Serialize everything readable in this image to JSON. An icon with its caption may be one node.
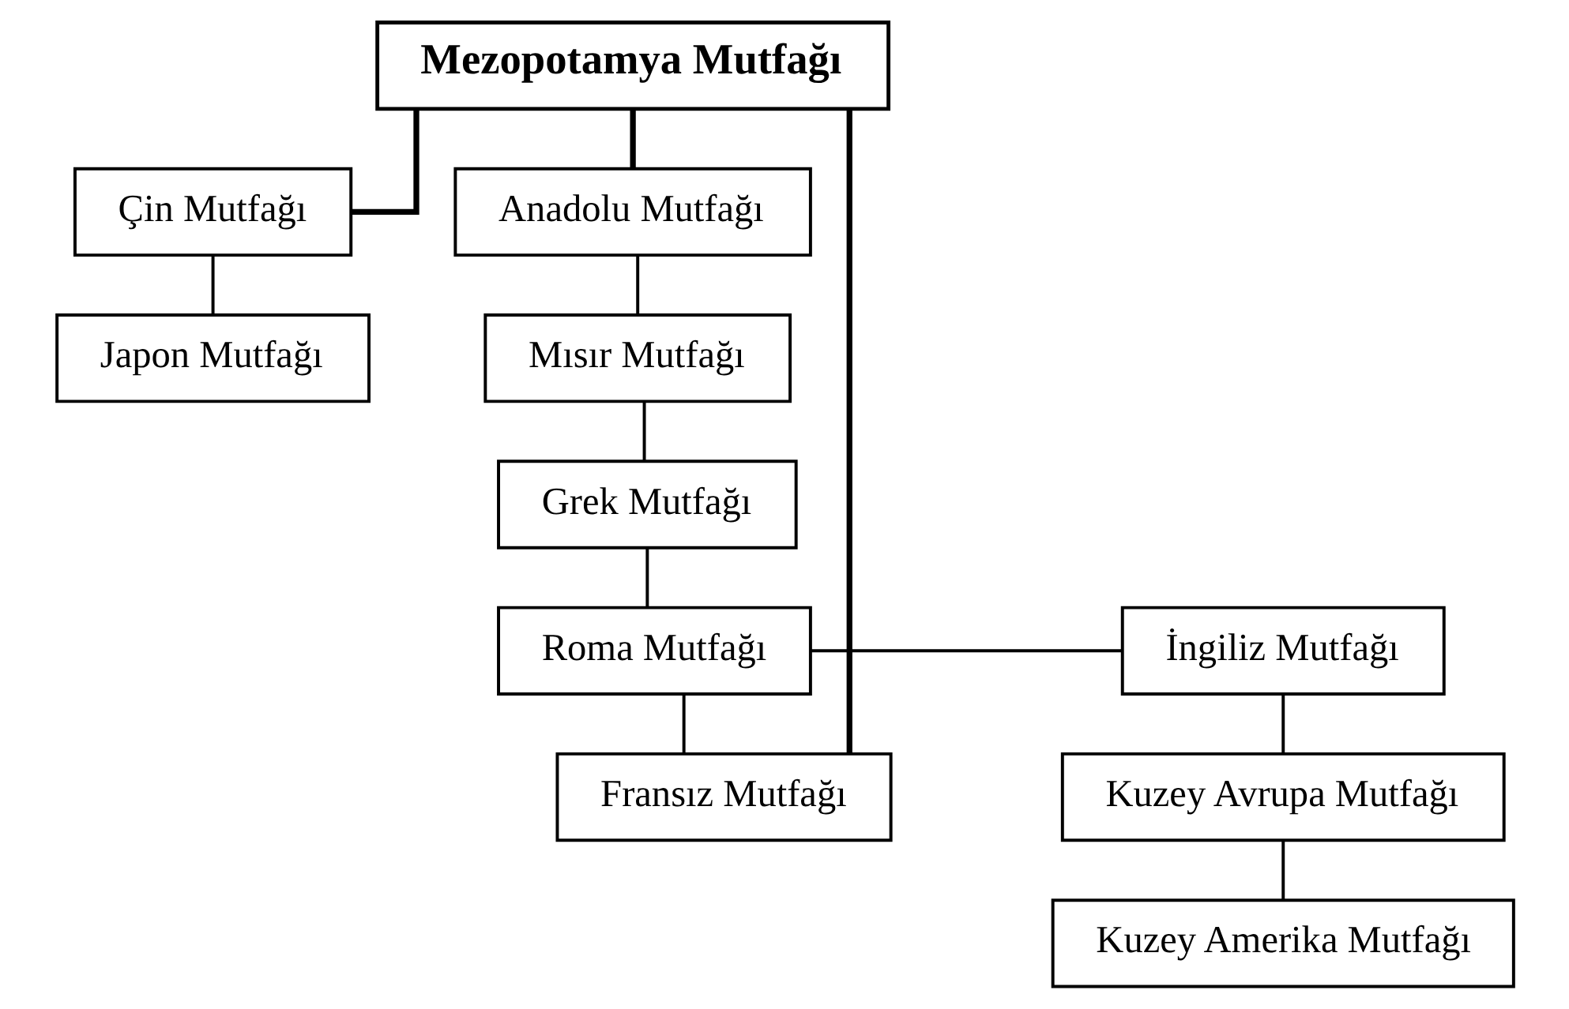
{
  "diagram": {
    "nodes": [
      {
        "text": [
          "Mezopotamya Mutfağı"
        ]
      },
      {
        "text": [
          "Çin Mutfağı"
        ]
      },
      {
        "text": [
          "Anadolu Mutfağı"
        ]
      },
      {
        "text": [
          "Japon Mutfağı"
        ]
      },
      {
        "text": [
          "Mısır Mutfağı"
        ]
      },
      {
        "text": [
          "Grek Mutfağı"
        ]
      },
      {
        "text": [
          "İngiliz Mutfağı"
        ]
      },
      {
        "text": [
          "Roma Mutfağı"
        ]
      },
      {
        "text": [
          "Kuzey Avrupa Mutfağı"
        ]
      },
      {
        "text": [
          "Fransız Mutfağı"
        ]
      },
      {
        "text": [
          "Kuzey Amerika Mutfağı"
        ]
      }
    ],
    "edges": [
      {
        "from": 0,
        "to": 1,
        "arrow": "none",
        "style": "thick"
      },
      {
        "from": 0,
        "to": 2,
        "arrow": "none",
        "style": "thick"
      },
      {
        "from": 1,
        "to": 3,
        "arrow": "none"
      },
      {
        "from": 2,
        "to": 4,
        "arrow": "none"
      },
      {
        "from": 4,
        "to": 5,
        "arrow": "none"
      },
      {
        "from": 5,
        "to": 7,
        "arrow": "none"
      },
      {
        "from": 7,
        "to": 6,
        "arrow": "none"
      },
      {
        "from": 6,
        "to": 8,
        "arrow": "none"
      },
      {
        "from": 8,
        "to": 10,
        "arrow": "none"
      },
      {
        "from": 7,
        "to": 9,
        "arrow": "none"
      },
      {
        "from": 0,
        "to": 9,
        "arrow": "none",
        "style": "thick"
      }
    ]
  }
}
